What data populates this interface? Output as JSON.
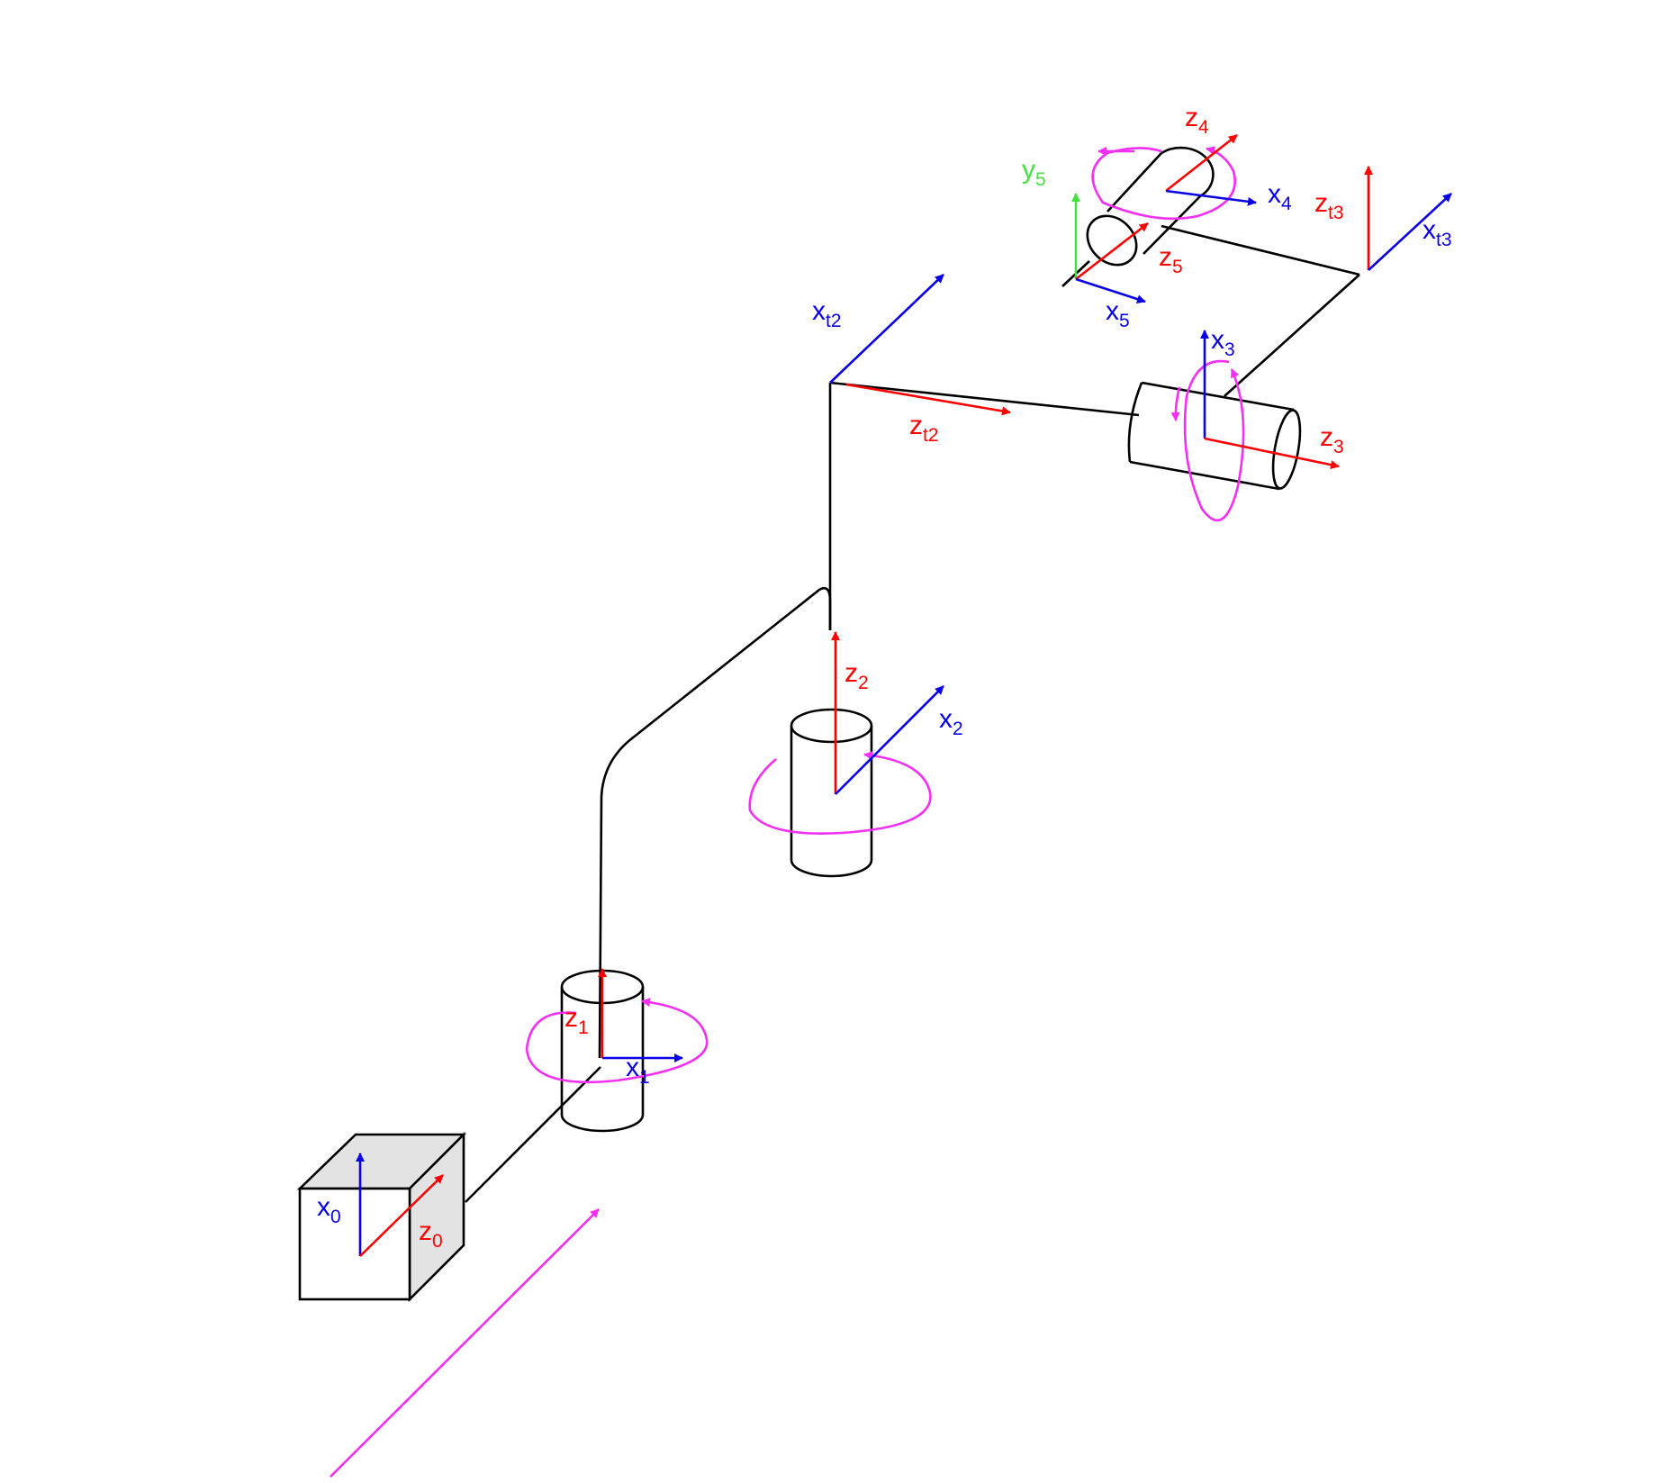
{
  "colors": {
    "x_axis": "#0a00e6",
    "z_axis": "#ff0000",
    "y_axis": "#44e044",
    "rotation": "#f22ff2",
    "link": "#000000",
    "base_fill": "#e3e3e3"
  },
  "frames": {
    "f0": {
      "x": {
        "base": "x",
        "sub": "0"
      },
      "z": {
        "base": "z",
        "sub": "0"
      }
    },
    "f1": {
      "x": {
        "base": "x",
        "sub": "1"
      },
      "z": {
        "base": "z",
        "sub": "1"
      }
    },
    "f2": {
      "x": {
        "base": "x",
        "sub": "2"
      },
      "z": {
        "base": "z",
        "sub": "2"
      }
    },
    "ft2": {
      "x": {
        "base": "x",
        "sub": "t2"
      },
      "z": {
        "base": "z",
        "sub": "t2"
      }
    },
    "f3": {
      "x": {
        "base": "x",
        "sub": "3"
      },
      "z": {
        "base": "z",
        "sub": "3"
      }
    },
    "ft3": {
      "x": {
        "base": "x",
        "sub": "t3"
      },
      "z": {
        "base": "z",
        "sub": "t3"
      }
    },
    "f4": {
      "x": {
        "base": "x",
        "sub": "4"
      },
      "z": {
        "base": "z",
        "sub": "4"
      }
    },
    "f5": {
      "x": {
        "base": "x",
        "sub": "5"
      },
      "y": {
        "base": "y",
        "sub": "5"
      },
      "z": {
        "base": "z",
        "sub": "5"
      }
    }
  }
}
